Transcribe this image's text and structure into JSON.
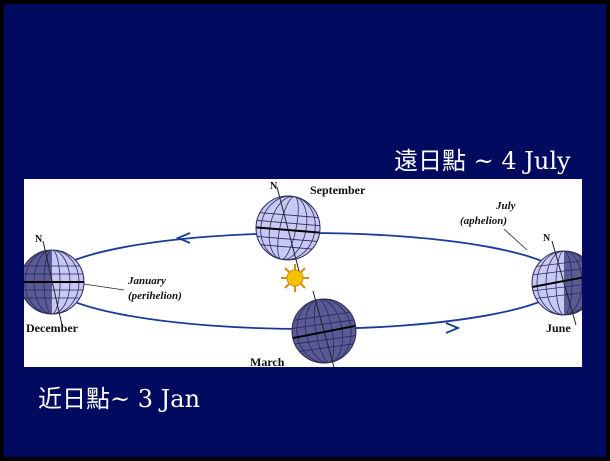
{
  "captions": {
    "aphelion": "遠日點 ~ 4 July",
    "perihelion": "近日點~ 3 Jan"
  },
  "diagram": {
    "months": {
      "september": "September",
      "december": "December",
      "june": "June",
      "march": "March"
    },
    "annotations": {
      "january": "January",
      "perihelion": "(perihelion)",
      "july": "July",
      "aphelion": "(aphelion)"
    },
    "north_marker": "N"
  },
  "colors": {
    "background": "#000a5e",
    "orbit": "#1a3a9a",
    "earth_lit": "#c8c8f4",
    "earth_dark": "#5a5a96",
    "sun": "#f5c400"
  }
}
